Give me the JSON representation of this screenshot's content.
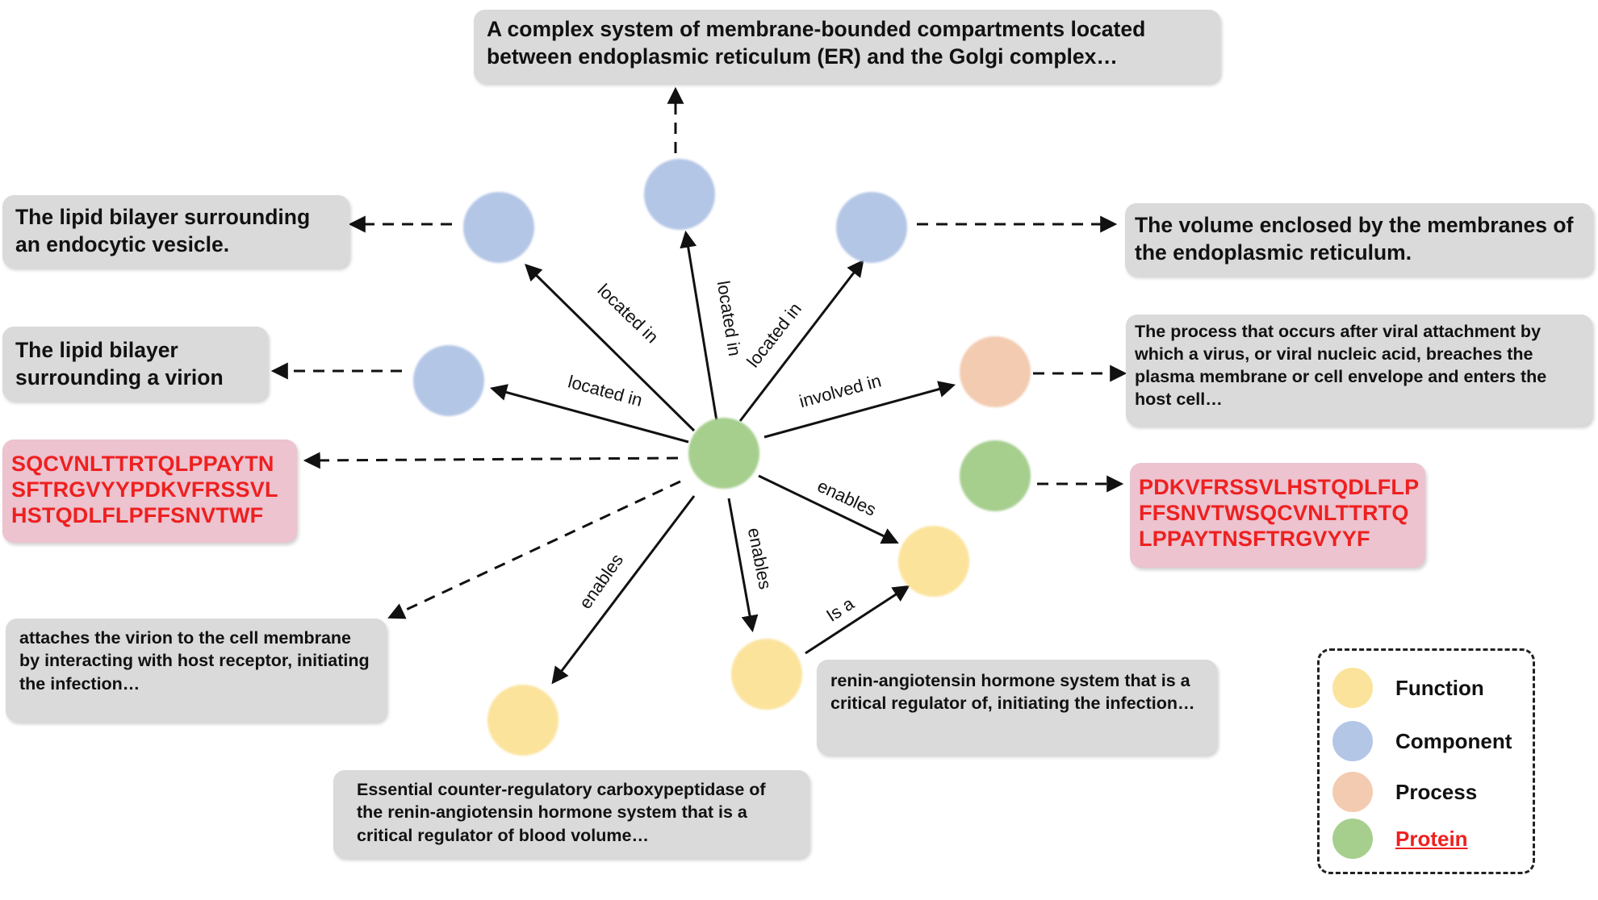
{
  "colors": {
    "function": "#fbe39b",
    "component": "#b4c6e6",
    "process": "#f3cbb0",
    "protein": "#a6cf8e",
    "box": "#dadada",
    "sequence_box": "#ecc3cf",
    "sequence_text": "#ee2020"
  },
  "nodes": [
    {
      "id": "center",
      "kind": "protein"
    },
    {
      "id": "comp-top",
      "kind": "component"
    },
    {
      "id": "comp-upper-left",
      "kind": "component"
    },
    {
      "id": "comp-upper-right",
      "kind": "component"
    },
    {
      "id": "comp-left",
      "kind": "component"
    },
    {
      "id": "process-right",
      "kind": "process"
    },
    {
      "id": "protein-right",
      "kind": "protein"
    },
    {
      "id": "func-right",
      "kind": "function"
    },
    {
      "id": "func-bottom-mid",
      "kind": "function"
    },
    {
      "id": "func-bottom-left",
      "kind": "function"
    }
  ],
  "edges": [
    {
      "label": "located in"
    },
    {
      "label": "located in"
    },
    {
      "label": "located in"
    },
    {
      "label": "located in"
    },
    {
      "label": "involved in"
    },
    {
      "label": "enables"
    },
    {
      "label": "enables"
    },
    {
      "label": "enables"
    },
    {
      "label": "Is a"
    }
  ],
  "boxes": {
    "top": "A complex system of membrane-bounded compartments located between endoplasmic reticulum (ER) and the Golgi complex…",
    "endocytic": "The lipid bilayer surrounding an endocytic vesicle.",
    "er_volume": "The volume enclosed by the membranes of the endoplasmic reticulum.",
    "virion": "The lipid bilayer surrounding a virion",
    "viral_process": "The process that occurs after viral attachment by which a virus, or viral nucleic acid, breaches the plasma membrane or cell envelope and enters the host cell…",
    "attach": "attaches the virion to the cell membrane by interacting with host receptor, initiating the infection…",
    "renin": "renin-angiotensin hormone system that is a critical regulator of, initiating the infection…",
    "carboxy": "Essential counter-regulatory carboxypeptidase of the renin-angiotensin hormone system that is a critical regulator of blood volume…"
  },
  "sequences": {
    "left": [
      "SQCVNLTTRTQLPPAYTN",
      "SFTRGVYYPDKVFRSSVL",
      "HSTQDLFLPFFSNVTWF"
    ],
    "right": [
      "PDKVFRSSVLHSTQDLFLP",
      "FFSNVTWSQCVNLTTRTQ",
      "LPPAYTNSFTRGVYYF"
    ]
  },
  "legend": [
    {
      "label": "Function",
      "kind": "function"
    },
    {
      "label": "Component",
      "kind": "component"
    },
    {
      "label": "Process",
      "kind": "process"
    },
    {
      "label": "Protein",
      "kind": "protein"
    }
  ]
}
